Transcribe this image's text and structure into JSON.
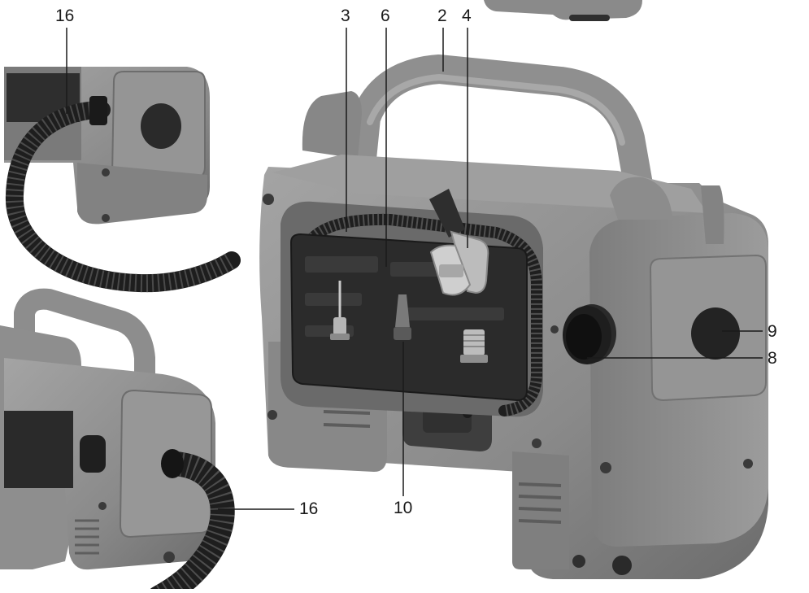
{
  "figure": {
    "description_hidden": false,
    "callouts": [
      {
        "id": "c16a",
        "text": "16"
      },
      {
        "id": "c3",
        "text": "3"
      },
      {
        "id": "c6",
        "text": "6"
      },
      {
        "id": "c2",
        "text": "2"
      },
      {
        "id": "c4",
        "text": "4"
      },
      {
        "id": "c9",
        "text": "9"
      },
      {
        "id": "c8",
        "text": "8"
      },
      {
        "id": "c10",
        "text": "10"
      },
      {
        "id": "c16b",
        "text": "16"
      }
    ]
  },
  "colors": {
    "body_grey": "#8e8e8e",
    "body_dark": "#6f6f6f",
    "body_light": "#a9a9a9",
    "panel_black": "#2b2b2b",
    "hose_black": "#1e1e1e",
    "line": "#1a1a1a"
  }
}
